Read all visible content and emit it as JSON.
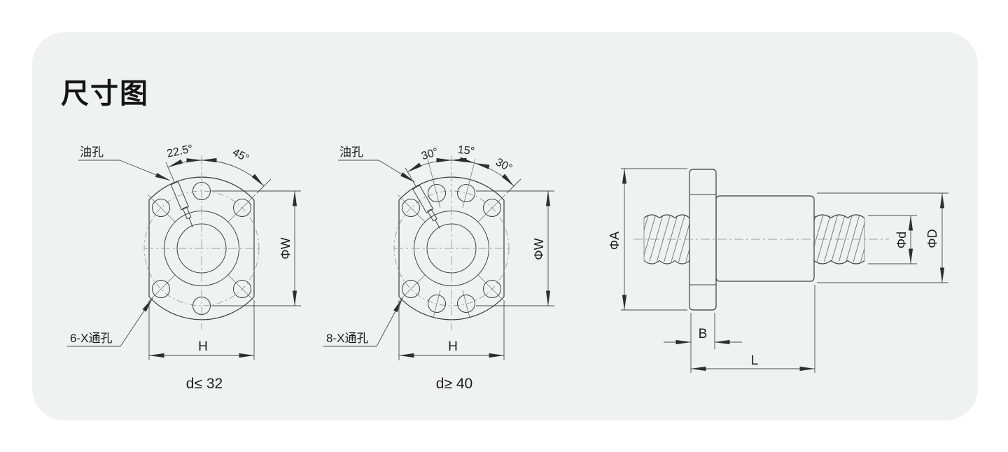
{
  "title": "尺寸图",
  "colors": {
    "card_bg": "#f0f2f1",
    "line": "#3a3a3a",
    "text": "#1c1c1c"
  },
  "front_view_small": {
    "oil_hole_label": "油孔",
    "angle_small": "22.5°",
    "angle_large": "45°",
    "bolt_circle_dim": "ΦW",
    "width_dim": "H",
    "through_hole_label": "6-X通孔",
    "caption": "d≤ 32"
  },
  "front_view_large": {
    "oil_hole_label": "油孔",
    "angle_left": "30°",
    "angle_mid": "15°",
    "angle_right": "30°",
    "bolt_circle_dim": "ΦW",
    "width_dim": "H",
    "through_hole_label": "8-X通孔",
    "caption": "d≥ 40"
  },
  "side_view": {
    "flange_od_dim": "ΦA",
    "screw_od_dim": "Φd",
    "nut_od_dim": "ΦD",
    "flange_width_dim": "B",
    "nut_length_dim": "L"
  }
}
